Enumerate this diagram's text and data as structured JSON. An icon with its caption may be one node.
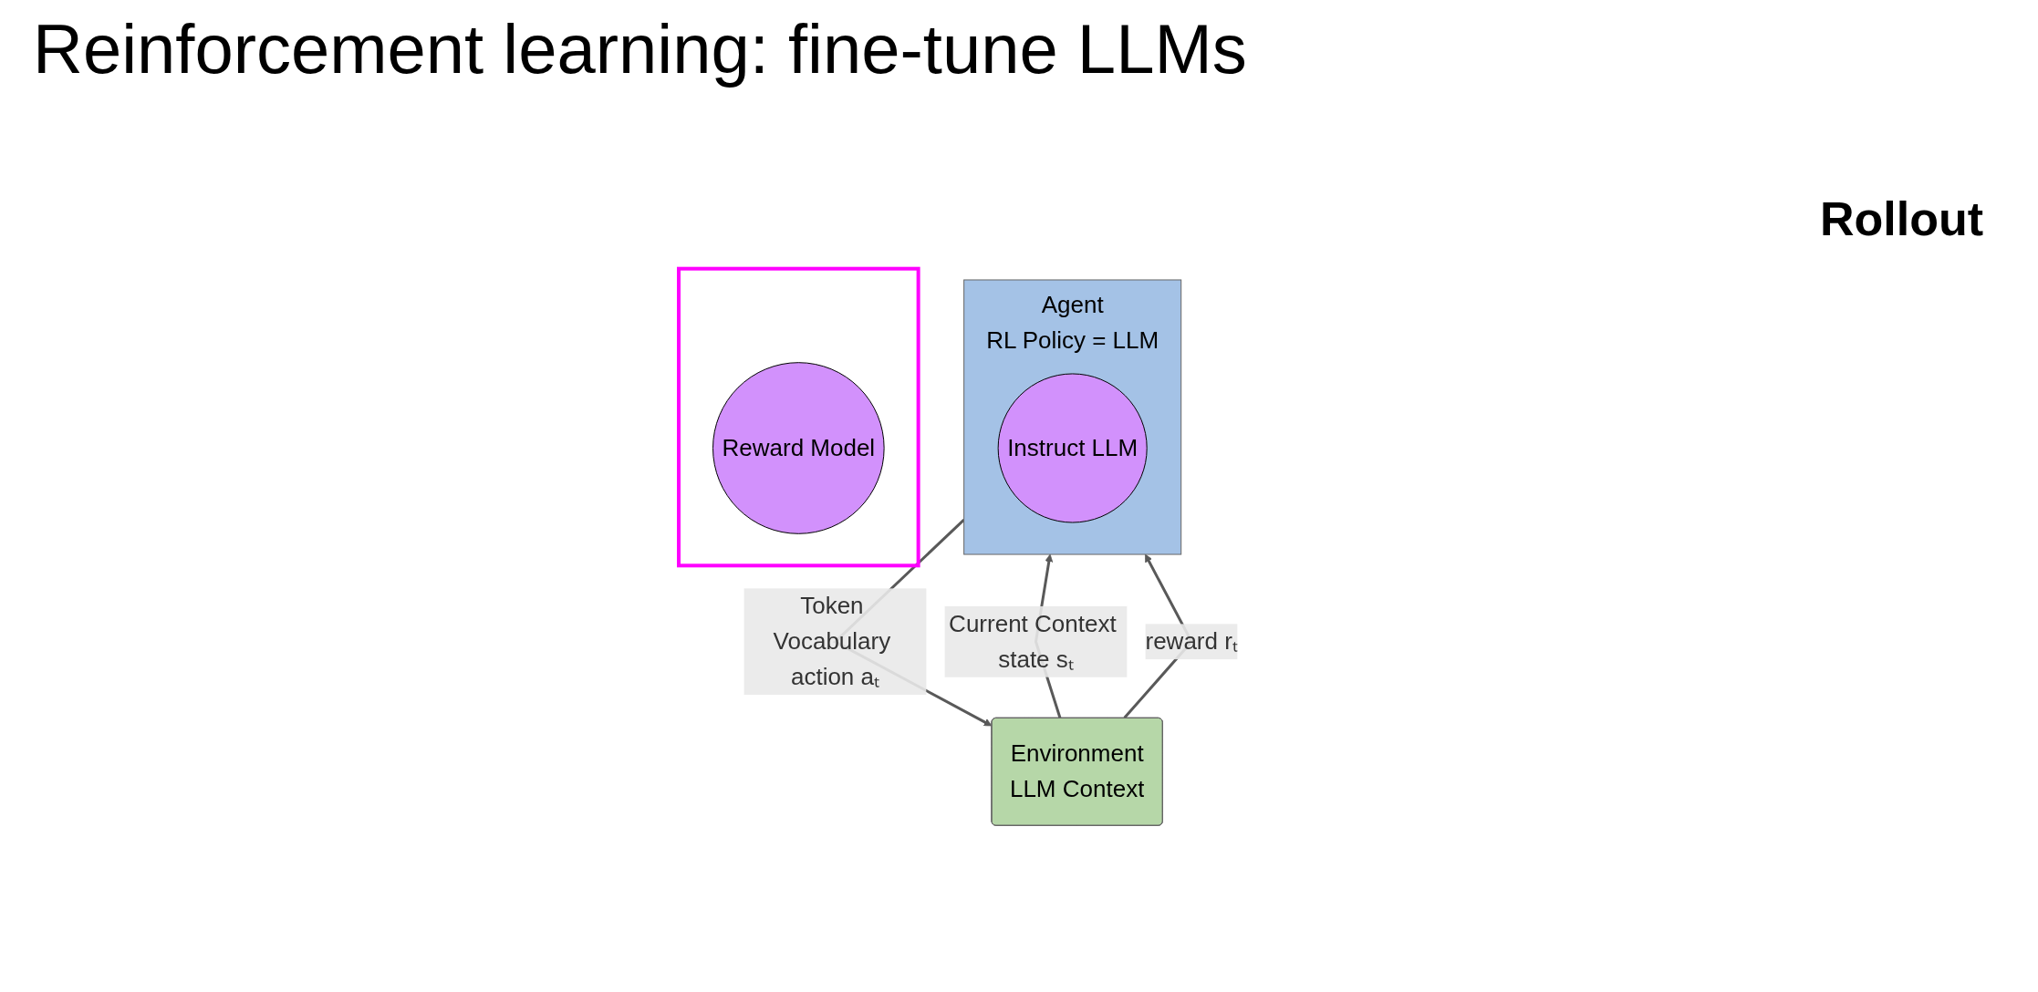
{
  "diagram": {
    "title": "Reinforcement learning: fine-tune LLMs",
    "nodes": [
      {
        "text": [
          "Agent",
          "RL Policy = LLM"
        ]
      },
      {
        "text": [
          "Instruct LLM"
        ],
        "in": 0
      },
      {
        "text": [],
        "shape": "box"
      },
      {
        "text": [
          "Reward Model"
        ],
        "in": 2
      },
      {
        "text": [
          "Environment",
          "LLM Context"
        ]
      }
    ],
    "edges": [
      {
        "from": 0,
        "to": 4,
        "arrow": "to",
        "label": "Token Vocabulary action aₜ"
      },
      {
        "from": 4,
        "to": 0,
        "arrow": "to",
        "label": "Current Context state sₜ"
      },
      {
        "from": 4,
        "to": 0,
        "arrow": "to",
        "label": "reward rₜ"
      }
    ],
    "labels": [
      "Rollout"
    ]
  }
}
